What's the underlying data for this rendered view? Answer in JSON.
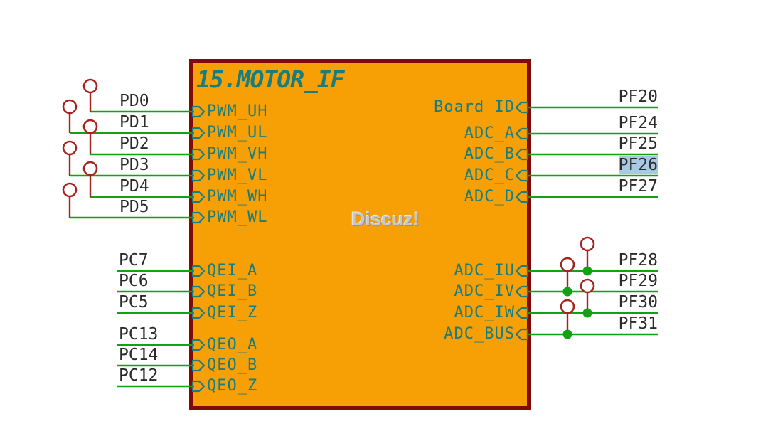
{
  "schematic": {
    "block": {
      "title": "15.MOTOR_IF"
    },
    "watermark": "Discuz!",
    "colors": {
      "block_fill": "#F7A005",
      "block_border": "#7F0A08",
      "wire": "#11A211",
      "pin_text": "#1B7C7C",
      "label_text": "#2B2B2B",
      "circle": "#A62420",
      "highlight": "#A8C8E4",
      "watermark_text": "#C8C8C8"
    },
    "left_pins": [
      {
        "net": "PD0",
        "name": "PWM_UH"
      },
      {
        "net": "PD1",
        "name": "PWM_UL"
      },
      {
        "net": "PD2",
        "name": "PWM_VH"
      },
      {
        "net": "PD3",
        "name": "PWM_VL"
      },
      {
        "net": "PD4",
        "name": "PWM_WH"
      },
      {
        "net": "PD5",
        "name": "PWM_WL"
      },
      {
        "net": "PC7",
        "name": "QEI_A"
      },
      {
        "net": "PC6",
        "name": "QEI_B"
      },
      {
        "net": "PC5",
        "name": "QEI_Z"
      },
      {
        "net": "PC13",
        "name": "QEO_A"
      },
      {
        "net": "PC14",
        "name": "QEO_B"
      },
      {
        "net": "PC12",
        "name": "QEO_Z"
      }
    ],
    "right_pins": [
      {
        "net": "PF20",
        "name": "Board ID",
        "highlighted": false
      },
      {
        "net": "PF24",
        "name": "ADC_A",
        "highlighted": false
      },
      {
        "net": "PF25",
        "name": "ADC_B",
        "highlighted": false
      },
      {
        "net": "PF26",
        "name": "ADC_C",
        "highlighted": true
      },
      {
        "net": "PF27",
        "name": "ADC_D",
        "highlighted": false
      },
      {
        "net": "PF28",
        "name": "ADC_IU",
        "highlighted": false
      },
      {
        "net": "PF29",
        "name": "ADC_IV",
        "highlighted": false
      },
      {
        "net": "PF30",
        "name": "ADC_IW",
        "highlighted": false
      },
      {
        "net": "PF31",
        "name": "ADC_BUS",
        "highlighted": false
      }
    ]
  }
}
